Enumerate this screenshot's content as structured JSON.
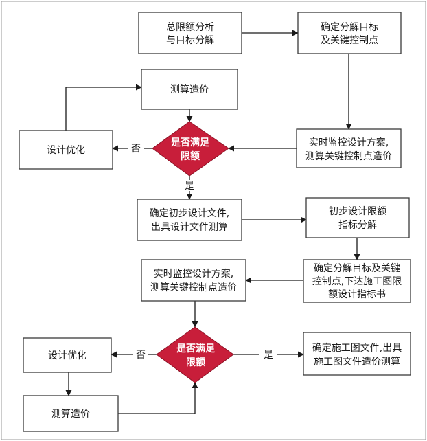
{
  "colors": {
    "decision_fill": "#c81e3a",
    "decision_text": "#ffffff",
    "box_border": "#3a3a3a",
    "line": "#1a1a1a"
  },
  "nodes": {
    "total_limit_analysis": {
      "lines": [
        "总限额分析",
        "与目标分解"
      ]
    },
    "determine_targets": {
      "lines": [
        "确定分解目标",
        "及关键控制点"
      ]
    },
    "estimate_cost_1": {
      "lines": [
        "测算造价"
      ]
    },
    "design_optimize_1": {
      "lines": [
        "设计优化"
      ]
    },
    "decision_1": {
      "lines": [
        "是否满足",
        "限额"
      ]
    },
    "realtime_monitor_1": {
      "lines": [
        "实时监控设计方案,",
        "测算关键控制点造价"
      ]
    },
    "preliminary_docs": {
      "lines": [
        "确定初步设计文件,",
        "出具设计文件测算"
      ]
    },
    "preliminary_limit": {
      "lines": [
        "初步设计限额",
        "指标分解"
      ]
    },
    "determine_targets_2": {
      "lines": [
        "确定分解目标及关键",
        "控制点,下达施工图限",
        "额设计指标书"
      ]
    },
    "realtime_monitor_2": {
      "lines": [
        "实时监控设计方案,",
        "测算关键控制点造价"
      ]
    },
    "decision_2": {
      "lines": [
        "是否满足",
        "限额"
      ]
    },
    "design_optimize_2": {
      "lines": [
        "设计优化"
      ]
    },
    "estimate_cost_2": {
      "lines": [
        "测算造价"
      ]
    },
    "construction_docs": {
      "lines": [
        "确定施工图文件,出具",
        "施工图文件造价测算"
      ]
    }
  },
  "edge_labels": {
    "no_1": "否",
    "yes_1": "是",
    "no_2": "否",
    "yes_2": "是"
  }
}
